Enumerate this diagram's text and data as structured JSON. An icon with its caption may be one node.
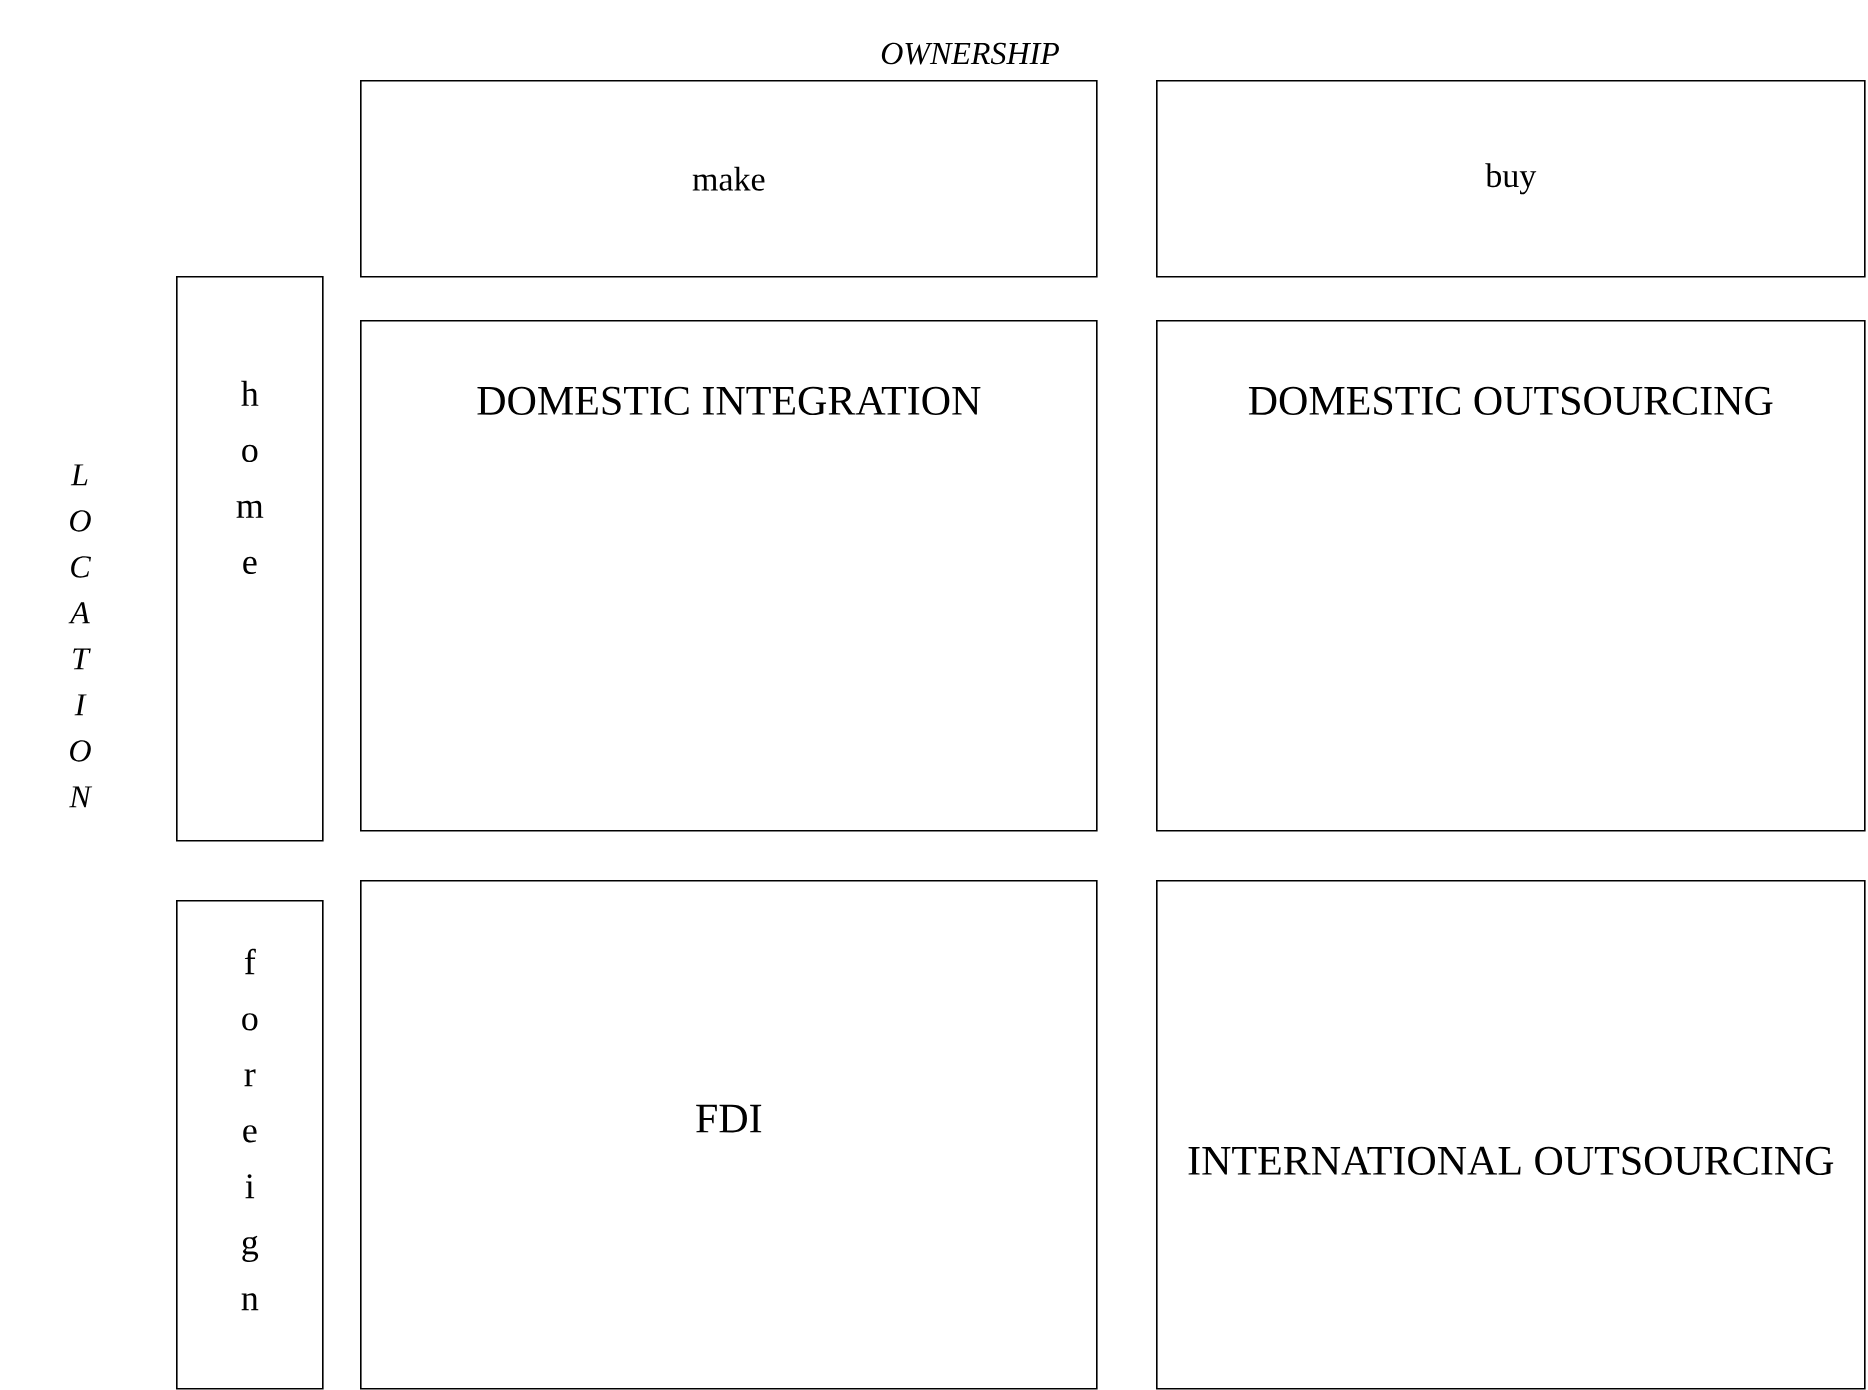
{
  "diagram": {
    "nodes": [
      {
        "text": [
          "make"
        ]
      },
      {
        "text": [
          "buy"
        ]
      },
      {
        "text": [
          "home"
        ]
      },
      {
        "text": [
          "foreign"
        ]
      },
      {
        "text": [
          "DOMESTIC INTEGRATION"
        ]
      },
      {
        "text": [
          "DOMESTIC OUTSOURCING"
        ]
      },
      {
        "text": [
          "FDI"
        ]
      },
      {
        "text": [
          "INTERNATIONAL OUTSOURCING"
        ]
      }
    ],
    "labels": [
      "OWNERSHIP",
      "LOCATION"
    ]
  }
}
